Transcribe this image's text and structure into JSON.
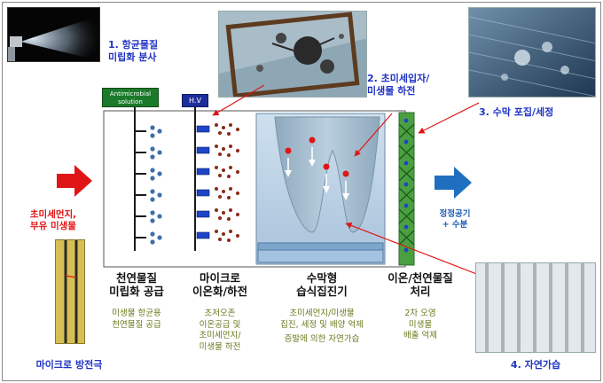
{
  "callouts": {
    "step1": [
      "1. 항균물질",
      "미립화 분사"
    ],
    "step2": [
      "2. 초미세입자/",
      "미생물 하전"
    ],
    "step3": "3. 수막 포집/세정",
    "step4": "4. 자연가습",
    "electrode": "마이크로 방전극"
  },
  "tags": {
    "antimicrobial": [
      "Antimicrobial",
      "solution"
    ],
    "hv": "H.V"
  },
  "inlet": [
    "초미세먼지,",
    "부유 미생물"
  ],
  "outlet": [
    "정정공기",
    "+ 수분"
  ],
  "stages": [
    {
      "title": [
        "천연물질",
        "미립화 공급"
      ],
      "desc": [
        "미생물 항균용",
        "천연물질 공급"
      ]
    },
    {
      "title": [
        "마이크로",
        "이온화/하전"
      ],
      "desc": [
        "초저오존",
        "이온공급 및",
        "초미세먼지/",
        "미생물 하전"
      ]
    },
    {
      "title": [
        "수막형",
        "습식집진기"
      ],
      "desc": [
        "초미세먼지/미생물",
        "집진, 세정 및 배양 억제",
        "증발에 의한 자연가습"
      ]
    },
    {
      "title": [
        "이온/천연물질",
        "처리"
      ],
      "desc": [
        "2차 오염",
        "미생물",
        "배출 억제"
      ]
    }
  ],
  "colors": {
    "callout": "#1f33c4",
    "inlet": "#e01515",
    "desc": "#6a7a1e",
    "tag_bg": "#1b7a2a",
    "hv_bg": "#1d2d9a",
    "arrow_in": "#e01515",
    "arrow_out": "#1f6fc0"
  }
}
